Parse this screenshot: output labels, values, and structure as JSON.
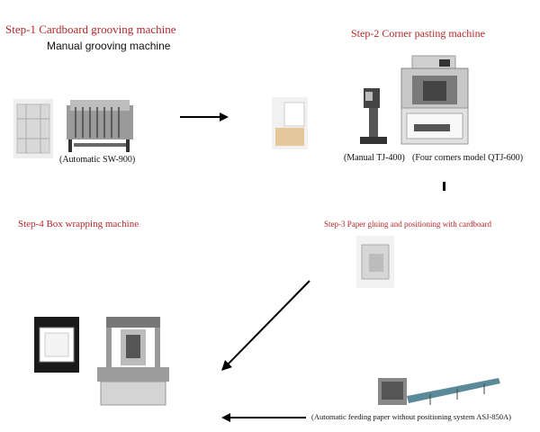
{
  "steps": {
    "step1": {
      "title": "Step-1 Cardboard grooving machine",
      "subtitle": "Manual grooving machine",
      "caption": "(Automatic SW-900)"
    },
    "step2": {
      "title": "Step-2 Corner pasting machine",
      "caption_manual": "(Manual TJ-400)",
      "caption_auto": "(Four corners model QTJ-600)"
    },
    "step3": {
      "title": "Step-3 Paper gluing and positioning with cardboard",
      "caption": "(Automatic feeding paper without positioning system ASJ-850A)"
    },
    "step4": {
      "title": "Step-4 Box wrapping machine"
    }
  },
  "colors": {
    "title": "#b3262b",
    "text": "#111111",
    "arrow": "#000000"
  },
  "icons": [
    "flow-arrow",
    "machine-photo",
    "box-photo"
  ]
}
